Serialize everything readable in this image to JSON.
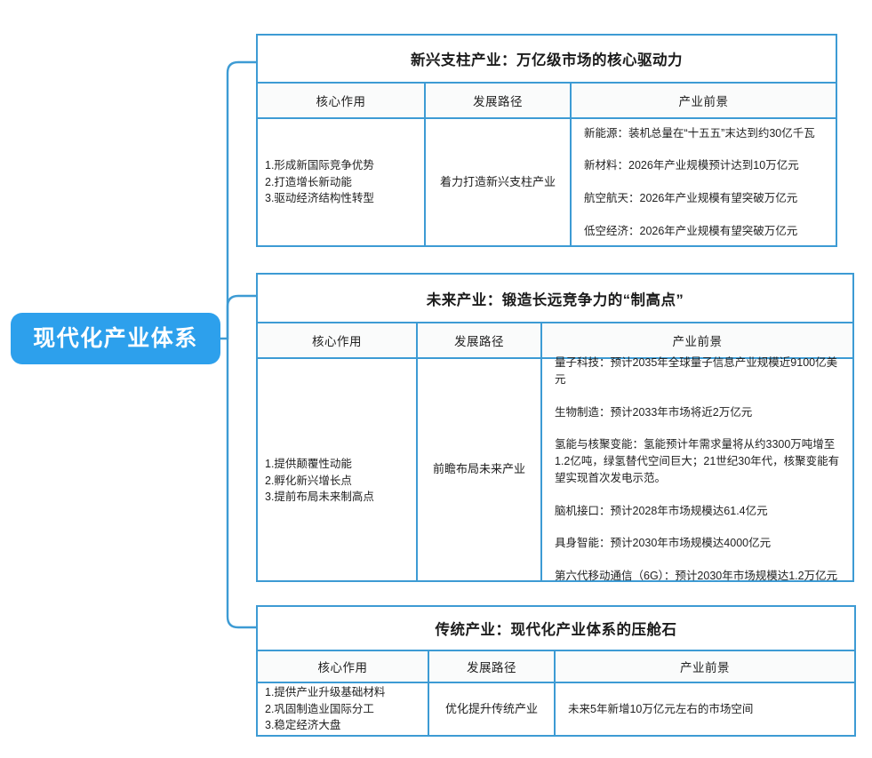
{
  "root": {
    "label": "现代化产业体系"
  },
  "colors": {
    "root_fill": "#2da0ec",
    "root_text": "#ffffff",
    "border": "#3d9bd4",
    "connector": "#3d9bd4",
    "header_fill": "#fafbfb",
    "page_bg": "#ffffff"
  },
  "columns": [
    "核心作用",
    "发展路径",
    "产业前景"
  ],
  "branches": [
    {
      "title": "新兴支柱产业：万亿级市场的核心驱动力",
      "headers": [
        "核心作用",
        "发展路径",
        "产业前景"
      ],
      "roles": [
        "1.形成新国际竞争优势",
        "2.打造增长新动能",
        "3.驱动经济结构性转型"
      ],
      "path": "着力打造新兴支柱产业",
      "prospects": [
        "新能源：装机总量在“十五五”末达到约30亿千瓦",
        "新材料：2026年产业规模预计达到10万亿元",
        "航空航天：2026年产业规模有望突破万亿元",
        "低空经济：2026年产业规模有望突破万亿元"
      ]
    },
    {
      "title": "未来产业：锻造长远竞争力的“制高点”",
      "headers": [
        "核心作用",
        "发展路径",
        "产业前景"
      ],
      "roles": [
        "1.提供颠覆性动能",
        "2.孵化新兴增长点",
        "3.提前布局未来制高点"
      ],
      "path": "前瞻布局未来产业",
      "prospects": [
        "量子科技：预计2035年全球量子信息产业规模近9100亿美元",
        "生物制造：预计2033年市场将近2万亿元",
        "氢能与核聚变能：氢能预计年需求量将从约3300万吨增至1.2亿吨，绿氢替代空间巨大；21世纪30年代，核聚变能有望实现首次发电示范。",
        "脑机接口：预计2028年市场规模达61.4亿元",
        "具身智能：预计2030年市场规模达4000亿元",
        "第六代移动通信（6G）：预计2030年市场规模达1.2万亿元"
      ]
    },
    {
      "title": "传统产业：现代化产业体系的压舱石",
      "headers": [
        "核心作用",
        "发展路径",
        "产业前景"
      ],
      "roles": [
        "1.提供产业升级基础材料",
        "2.巩固制造业国际分工",
        "3.稳定经济大盘"
      ],
      "path": "优化提升传统产业",
      "prospects": [
        "未来5年新增10万亿元左右的市场空间"
      ]
    }
  ]
}
